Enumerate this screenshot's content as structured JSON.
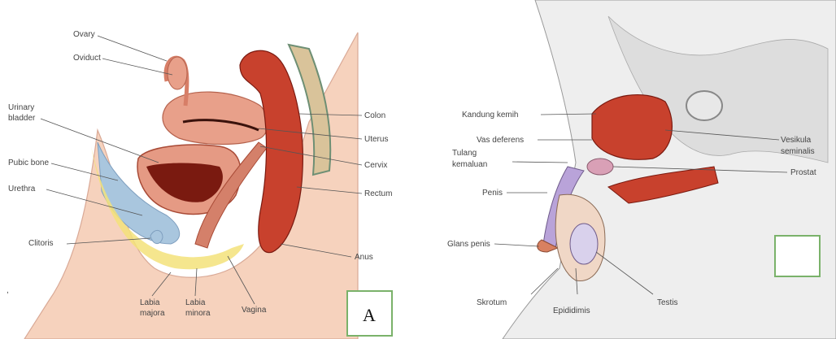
{
  "panels": {
    "female": {
      "labels": {
        "ovary": "Ovary",
        "oviduct": "Oviduct",
        "urinary_bladder_1": "Urinary",
        "urinary_bladder_2": "bladder",
        "pubic_bone": "Pubic bone",
        "urethra": "Urethra",
        "clitoris": "Clitoris",
        "colon": "Colon",
        "uterus": "Uterus",
        "cervix": "Cervix",
        "rectum": "Rectum",
        "anus": "Anus",
        "labia_majora_1": "Labia",
        "labia_majora_2": "majora",
        "labia_minora_1": "Labia",
        "labia_minora_2": "minora",
        "vagina": "Vagina"
      },
      "box_letter": "A",
      "box_color": "#7ab26a"
    },
    "male": {
      "labels": {
        "kandung_kemih": "Kandung kemih",
        "vas_deferens": "Vas deferens",
        "tulang_kemaluan_1": "Tulang",
        "tulang_kemaluan_2": "kemaluan",
        "penis": "Penis",
        "glans_penis": "Glans penis",
        "skrotum": "Skrotum",
        "epididimis": "Epididimis",
        "testis": "Testis",
        "vesikula_1": "Vesikula",
        "vesikula_2": "seminalis",
        "prostat": "Prostat"
      },
      "box_letter": "",
      "box_color": "#7ab26a"
    }
  },
  "colors": {
    "skin": "#f6d2bd",
    "tissue": "#e8a08a",
    "muscle": "#c8412d",
    "dark_red": "#7a1a10",
    "bone_blue": "#a9c6de",
    "fat_yellow": "#f3e27a",
    "sketch_gray": "#cfcfcf"
  }
}
